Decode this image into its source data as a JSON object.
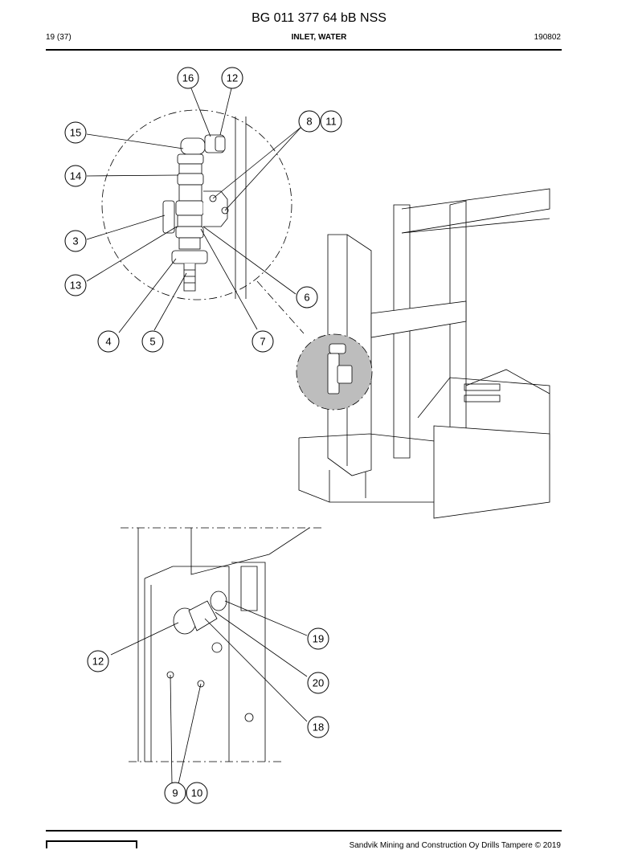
{
  "header": {
    "document_title": "BG 011 377 64 bB NSS",
    "page": "19 (37)",
    "section": "INLET, WATER",
    "date_code": "190802"
  },
  "footer": {
    "copyright": "Sandvik Mining and Construction Oy Drills Tampere © 2019"
  },
  "callouts": {
    "c16": "16",
    "c12a": "12",
    "c15": "15",
    "c8": "8",
    "c11": "11",
    "c14": "14",
    "c3": "3",
    "c13": "13",
    "c6": "6",
    "c4": "4",
    "c5": "5",
    "c7": "7",
    "c19": "19",
    "c12b": "12",
    "c20": "20",
    "c18": "18",
    "c9": "9",
    "c10": "10"
  }
}
